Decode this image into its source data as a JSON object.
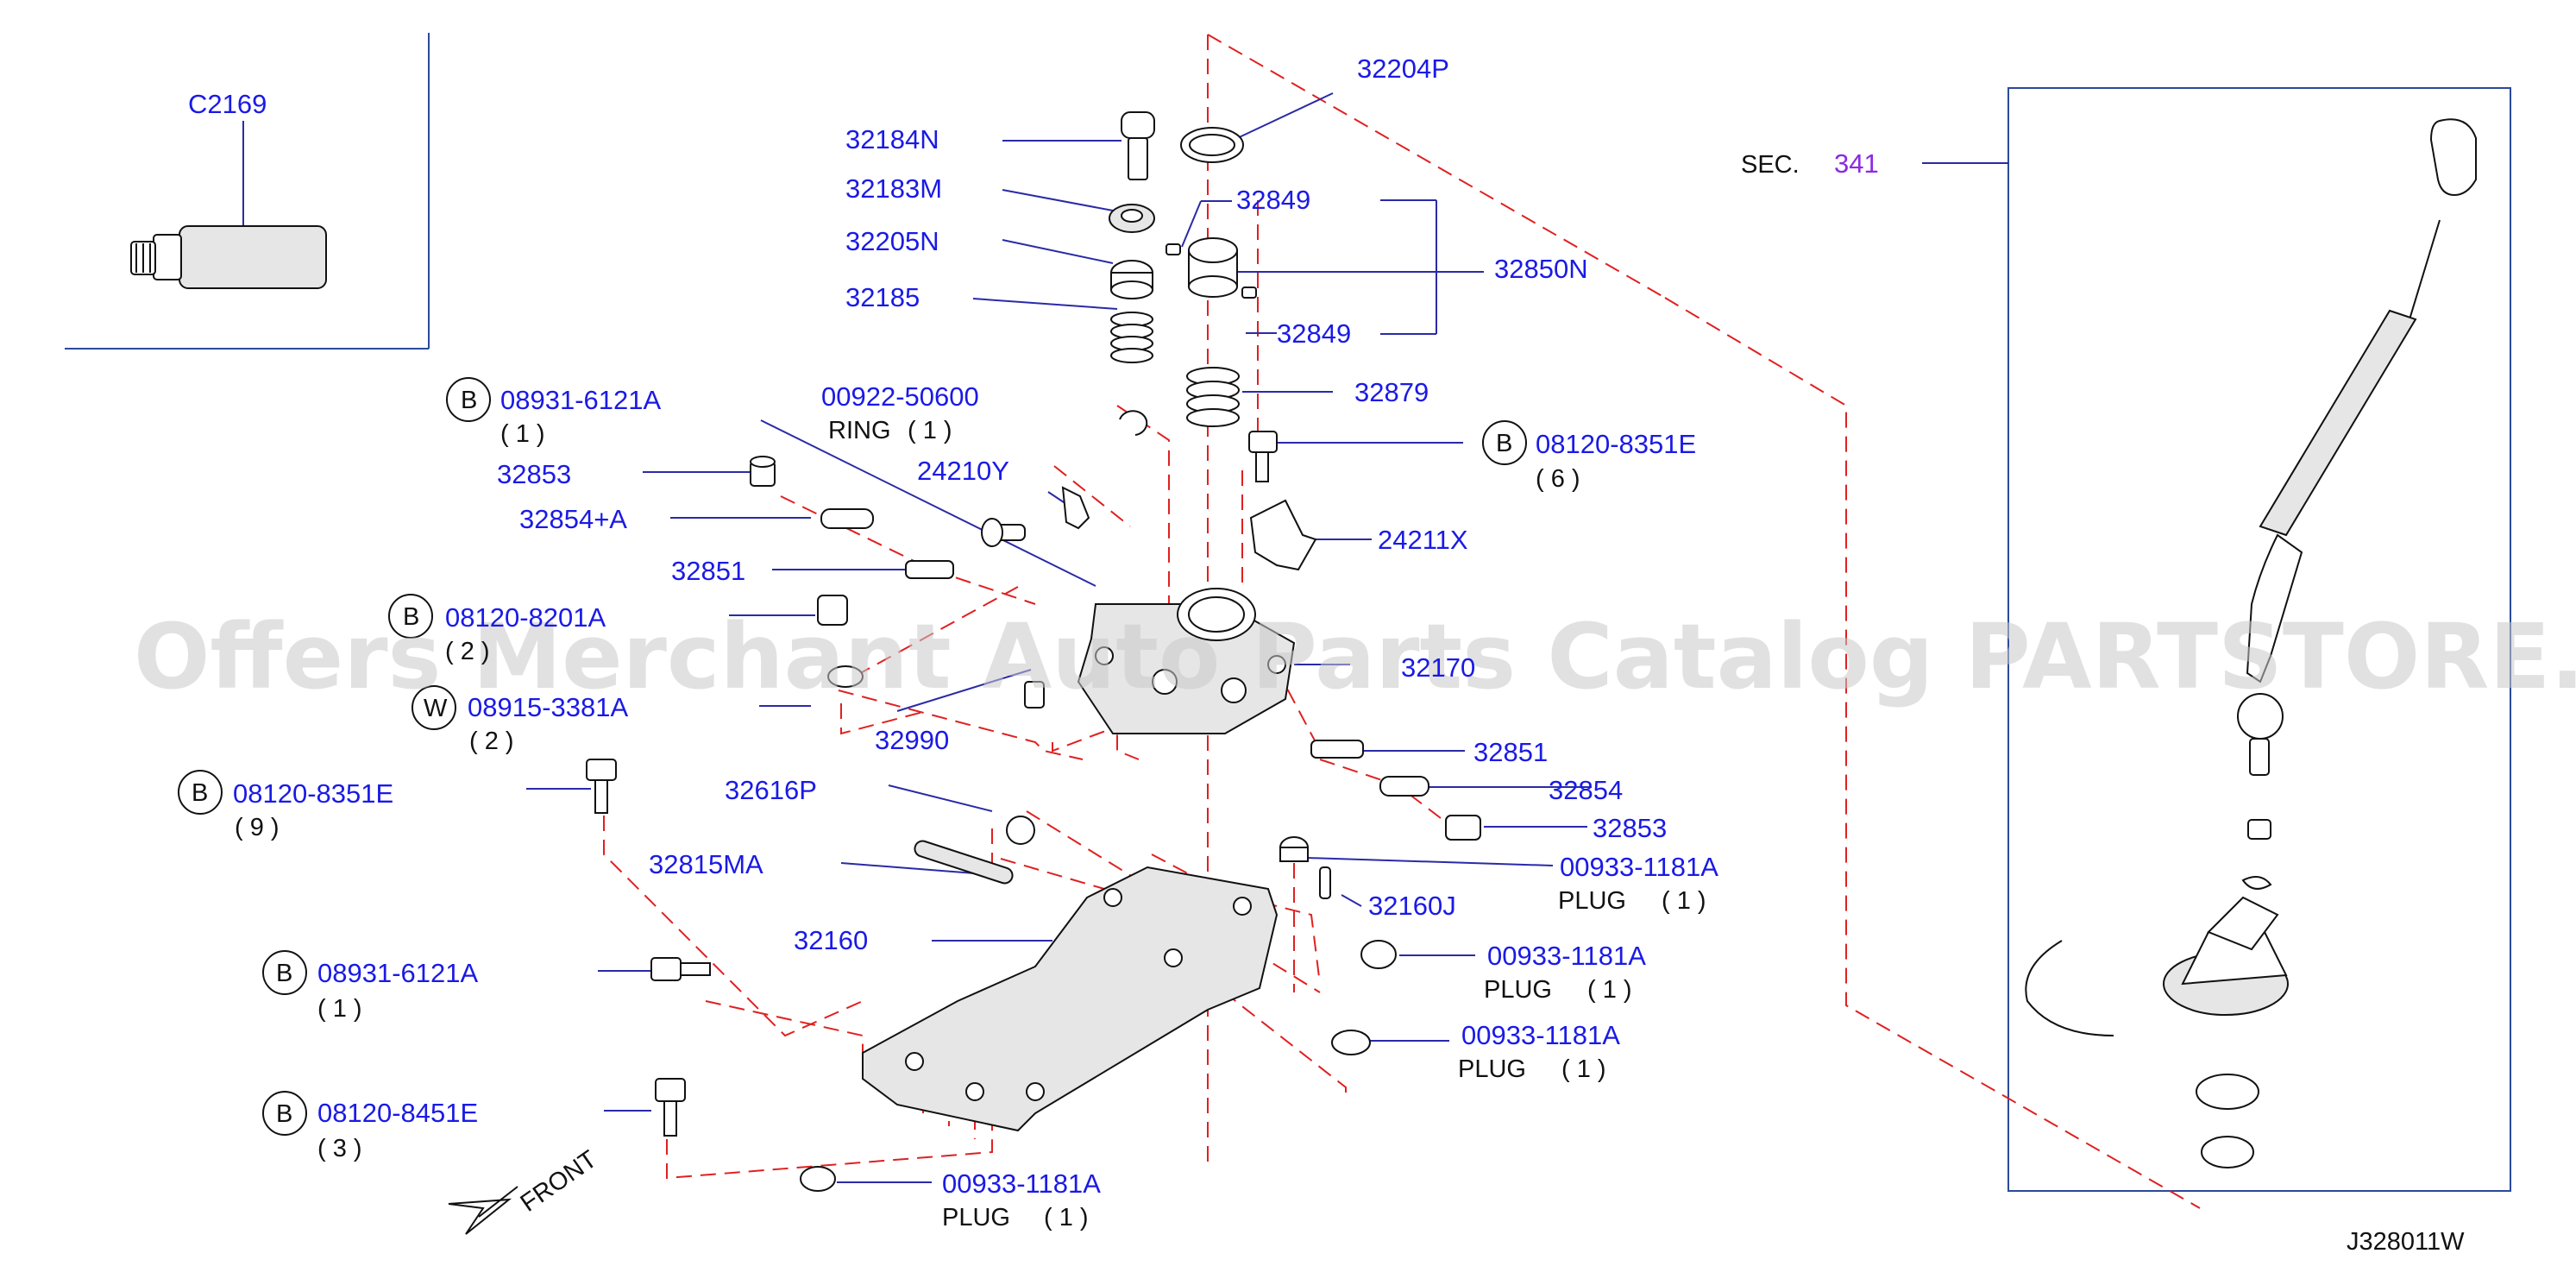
{
  "diagram_id": "J328011W",
  "watermark": "Offers Merchant Auto Parts Catalog PARTSTORE.SA",
  "front_label": "FRONT",
  "section_ref": {
    "prefix": "SEC.",
    "number": "341"
  },
  "callouts": [
    {
      "id": "c2169",
      "num": "C2169"
    },
    {
      "id": "32204p",
      "num": "32204P"
    },
    {
      "id": "32184n",
      "num": "32184N"
    },
    {
      "id": "32183m",
      "num": "32183M"
    },
    {
      "id": "32849a",
      "num": "32849"
    },
    {
      "id": "32205n",
      "num": "32205N"
    },
    {
      "id": "32850n",
      "num": "32850N"
    },
    {
      "id": "32185",
      "num": "32185"
    },
    {
      "id": "32849b",
      "num": "32849"
    },
    {
      "id": "08931a",
      "num": "08931-6121A",
      "badge": "B",
      "qty": "( 1 )"
    },
    {
      "id": "00922",
      "num": "00922-50600",
      "sub": "RING",
      "qty": "( 1 )"
    },
    {
      "id": "32879",
      "num": "32879"
    },
    {
      "id": "08120e6",
      "num": "08120-8351E",
      "badge": "B",
      "qty": "( 6 )"
    },
    {
      "id": "32853a",
      "num": "32853"
    },
    {
      "id": "24210y",
      "num": "24210Y"
    },
    {
      "id": "32854a",
      "num": "32854+A"
    },
    {
      "id": "24211x",
      "num": "24211X"
    },
    {
      "id": "32851a",
      "num": "32851"
    },
    {
      "id": "08120a",
      "num": "08120-8201A",
      "badge": "B",
      "qty": "( 2 )"
    },
    {
      "id": "32170",
      "num": "32170"
    },
    {
      "id": "08915",
      "num": "08915-3381A",
      "badge": "W",
      "qty": "( 2 )"
    },
    {
      "id": "32990",
      "num": "32990"
    },
    {
      "id": "32851b",
      "num": "32851"
    },
    {
      "id": "08120e9",
      "num": "08120-8351E",
      "badge": "B",
      "qty": "( 9 )"
    },
    {
      "id": "32616p",
      "num": "32616P"
    },
    {
      "id": "32854b",
      "num": "32854"
    },
    {
      "id": "32853b",
      "num": "32853"
    },
    {
      "id": "32815ma",
      "num": "32815MA"
    },
    {
      "id": "00933a",
      "num": "00933-1181A",
      "sub": "PLUG",
      "qty": "( 1 )"
    },
    {
      "id": "32160j",
      "num": "32160J"
    },
    {
      "id": "32160",
      "num": "32160"
    },
    {
      "id": "00933b",
      "num": "00933-1181A",
      "sub": "PLUG",
      "qty": "( 1 )"
    },
    {
      "id": "08931b",
      "num": "08931-6121A",
      "badge": "B",
      "qty": "( 1 )"
    },
    {
      "id": "00933c",
      "num": "00933-1181A",
      "sub": "PLUG",
      "qty": "( 1 )"
    },
    {
      "id": "08120e3",
      "num": "08120-8451E",
      "badge": "B",
      "qty": "( 3 )"
    },
    {
      "id": "00933d",
      "num": "00933-1181A",
      "sub": "PLUG",
      "qty": "( 1 )"
    }
  ]
}
